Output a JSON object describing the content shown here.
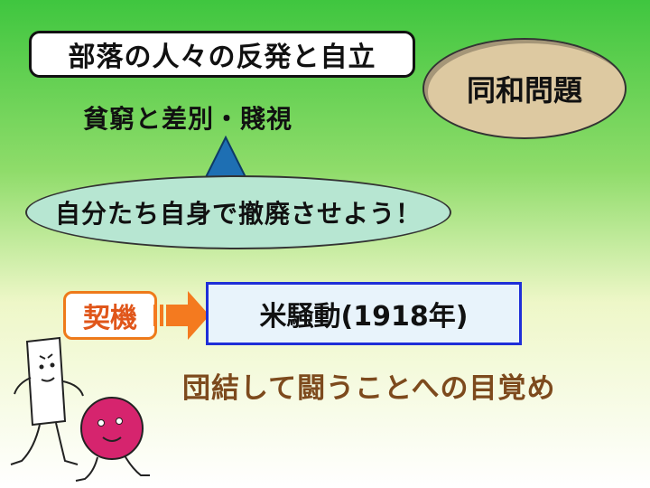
{
  "title": "部落の人々の反発と自立",
  "topic": "同和問題",
  "problem_text": "貧窮と差別・賤視",
  "resolve_text": "自分たち自身で撤廃させよう！",
  "trigger_label": "契機",
  "event_text": "米騒動(1918年)",
  "awakening_text": "団結して闘うことへの目覚め",
  "colors": {
    "triangle": "#1e6fb3",
    "arrow": "#f47a1f",
    "trigger_text": "#e0561a",
    "event_border": "#1f2fd8",
    "awakening_text": "#7d4a1d",
    "character_ball": "#d6246e"
  },
  "icons": [
    "up-triangle-icon",
    "right-arrow-icon",
    "paper-character-icon",
    "ball-character-icon"
  ]
}
